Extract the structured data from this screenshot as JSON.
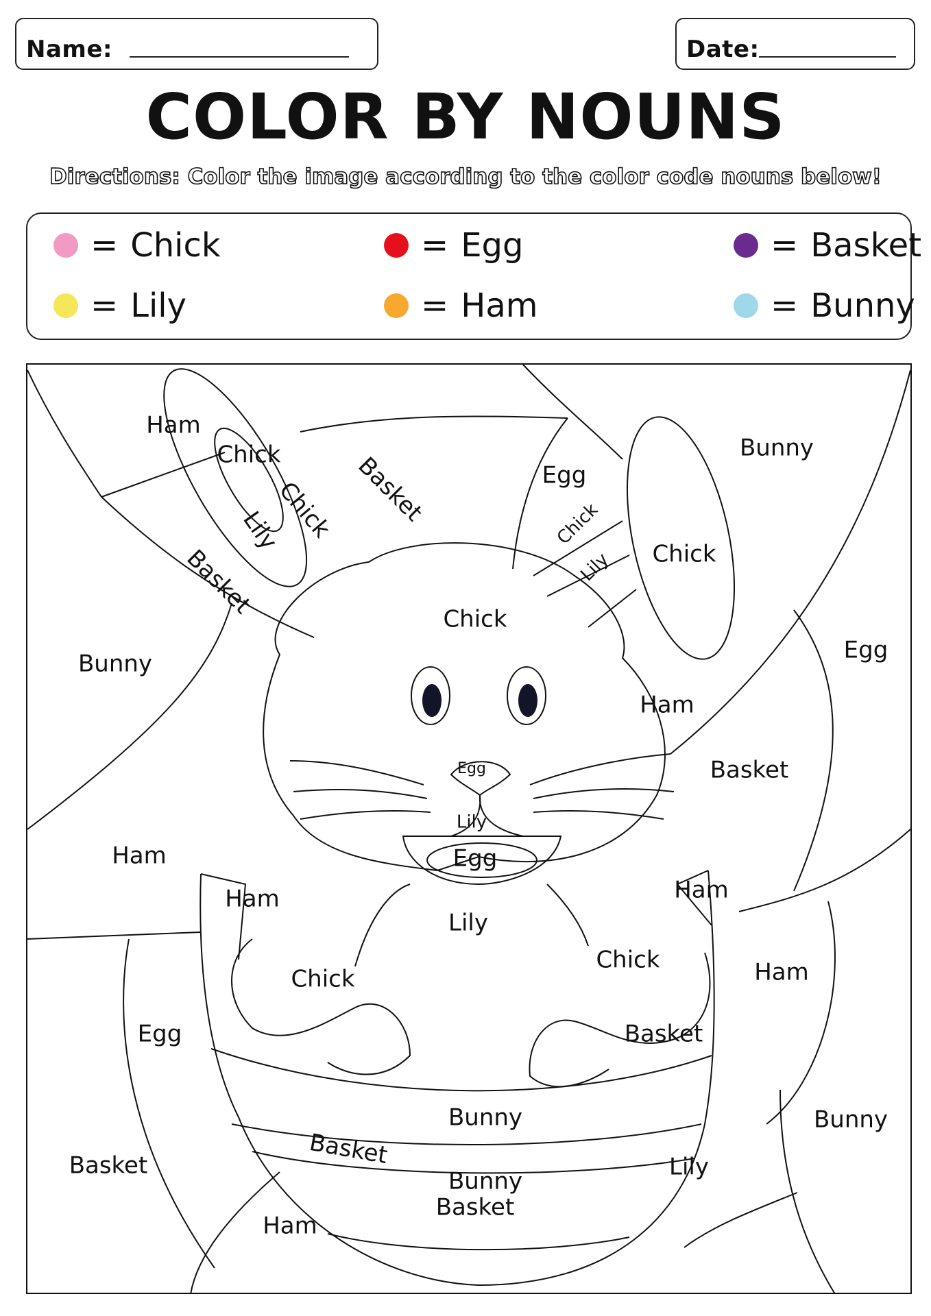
{
  "header": {
    "name_label": "Name:",
    "date_label": "Date:",
    "title": "COLOR BY NOUNS",
    "directions": "Directions: Color the image according to the color code nouns below!"
  },
  "legend": {
    "equals": "=",
    "items": [
      {
        "label": "Chick",
        "color": "#f19ac4"
      },
      {
        "label": "Egg",
        "color": "#e5101c"
      },
      {
        "label": "Basket",
        "color": "#6a2a8e"
      },
      {
        "label": "Lily",
        "color": "#f6e65a"
      },
      {
        "label": "Ham",
        "color": "#f7a92f"
      },
      {
        "label": "Bunny",
        "color": "#9fd8e8"
      }
    ]
  },
  "regions": [
    "Ham",
    "Chick",
    "Basket",
    "Egg",
    "Bunny",
    "Chick",
    "Lily",
    "Chick",
    "Lily",
    "Chick",
    "Basket",
    "Bunny",
    "Chick",
    "Egg",
    "Ham",
    "Basket",
    "Egg",
    "Ham",
    "Lily",
    "Egg",
    "Ham",
    "Ham",
    "Lily",
    "Chick",
    "Chick",
    "Ham",
    "Egg",
    "Basket",
    "Bunny",
    "Basket",
    "Bunny",
    "Bunny",
    "Basket",
    "Lily",
    "Basket",
    "Ham"
  ]
}
